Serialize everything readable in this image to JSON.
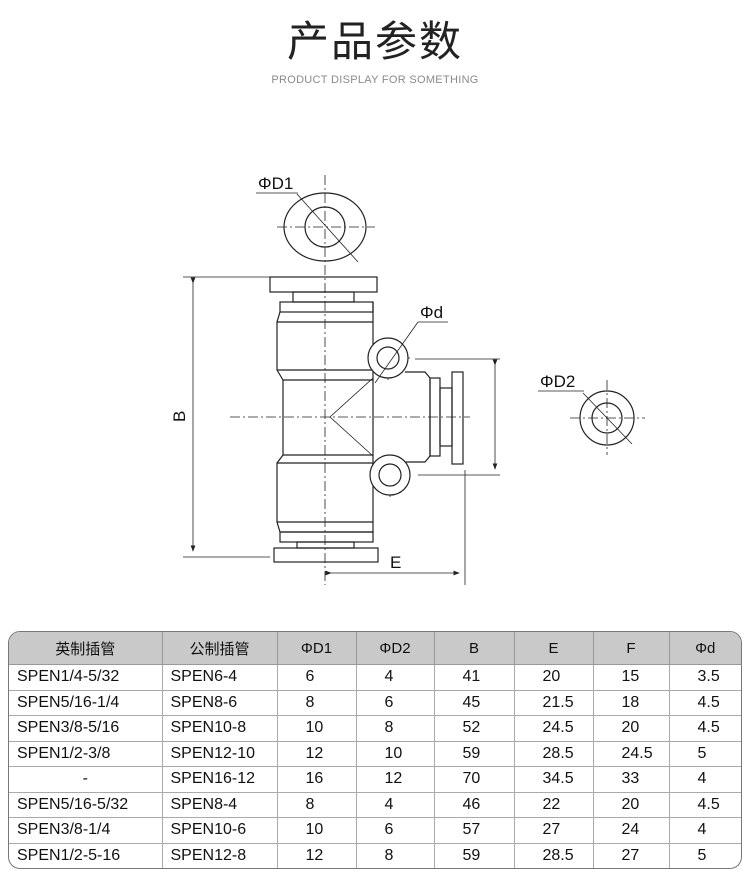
{
  "header": {
    "title": "产品参数",
    "subtitle": "PRODUCT DISPLAY FOR SOMETHING"
  },
  "drawing": {
    "labels": {
      "d1": "ΦD1",
      "d": "Φd",
      "d2": "ΦD2",
      "b": "B",
      "e": "E"
    }
  },
  "table": {
    "headers": [
      "英制插管",
      "公制插管",
      "ΦD1",
      "ΦD2",
      "B",
      "E",
      "F",
      "Φd"
    ],
    "rows": [
      [
        "SPEN1/4-5/32",
        "SPEN6-4",
        "6",
        "4",
        "41",
        "20",
        "15",
        "3.5"
      ],
      [
        "SPEN5/16-1/4",
        "SPEN8-6",
        "8",
        "6",
        "45",
        "21.5",
        "18",
        "4.5"
      ],
      [
        "SPEN3/8-5/16",
        "SPEN10-8",
        "10",
        "8",
        "52",
        "24.5",
        "20",
        "4.5"
      ],
      [
        "SPEN1/2-3/8",
        "SPEN12-10",
        "12",
        "10",
        "59",
        "28.5",
        "24.5",
        "5"
      ],
      [
        "-",
        "SPEN16-12",
        "16",
        "12",
        "70",
        "34.5",
        "33",
        "4"
      ],
      [
        "SPEN5/16-5/32",
        "SPEN8-4",
        "8",
        "4",
        "46",
        "22",
        "20",
        "4.5"
      ],
      [
        "SPEN3/8-1/4",
        "SPEN10-6",
        "10",
        "6",
        "57",
        "27",
        "24",
        "4"
      ],
      [
        "SPEN1/2-5-16",
        "SPEN12-8",
        "12",
        "8",
        "59",
        "28.5",
        "27",
        "5"
      ]
    ]
  }
}
